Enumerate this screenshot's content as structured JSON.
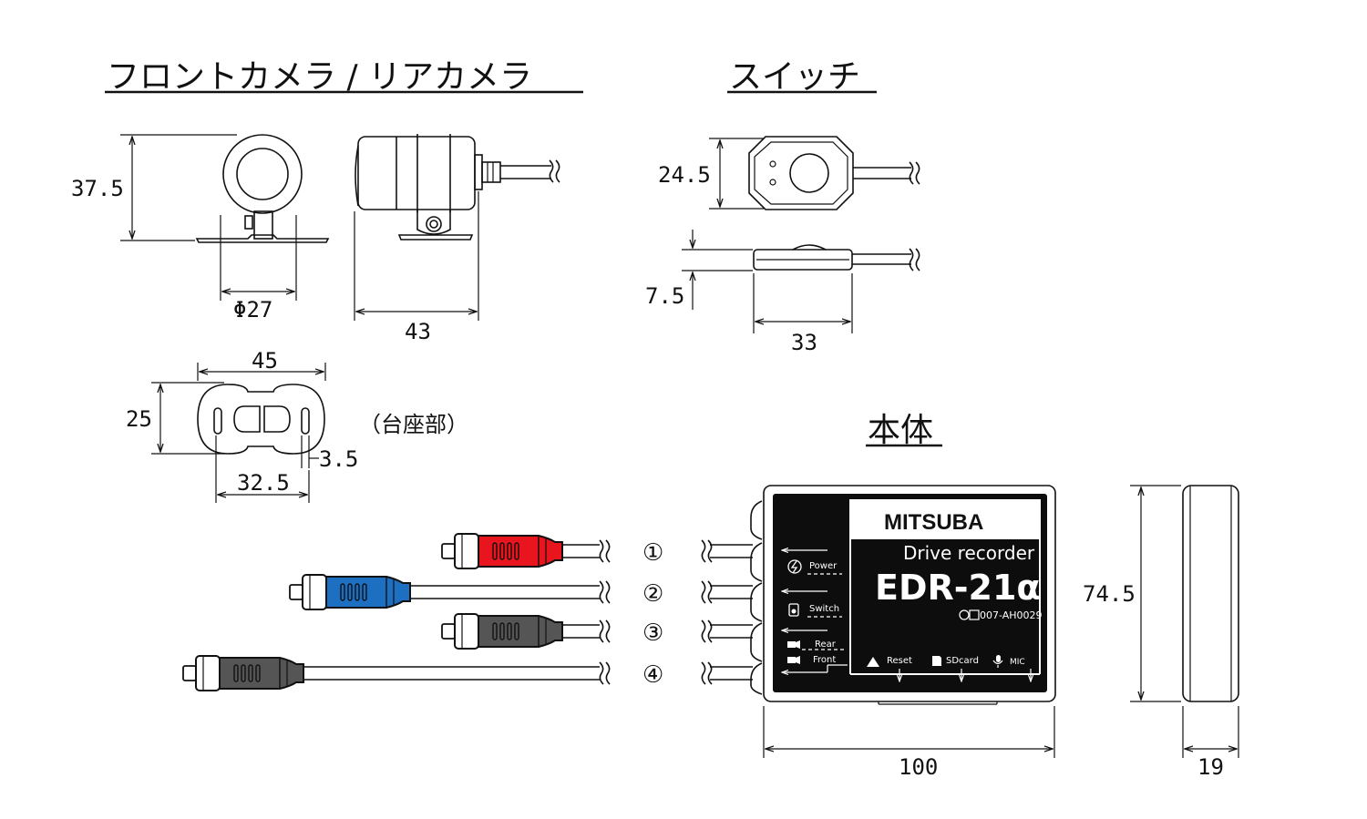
{
  "headings": {
    "camera": "フロントカメラ / リアカメラ",
    "switch": "スイッチ",
    "body": "本体"
  },
  "dimensions": {
    "camera_height": "37.5",
    "camera_diameter": "Φ27",
    "camera_length": "43",
    "base_width": "45",
    "base_height": "25",
    "base_slot": "3.5",
    "base_hole_pitch": "32.5",
    "base_caption": "（台座部）",
    "switch_height": "24.5",
    "switch_thickness": "7.5",
    "switch_width": "33",
    "body_height": "74.5",
    "body_width": "100",
    "body_depth": "19"
  },
  "cables": [
    {
      "number": "①",
      "color": "#e8141e"
    },
    {
      "number": "②",
      "color": "#1d6fc2"
    },
    {
      "number": "③",
      "color": "#555555"
    },
    {
      "number": "④",
      "color": "#555555"
    }
  ],
  "device": {
    "brand": "MITSUBA",
    "product": "Drive recorder",
    "model": "EDR-21α",
    "cert": "007-AH0029",
    "ports": {
      "power": "Power",
      "switch": "Switch",
      "rear": "Rear",
      "front": "Front"
    },
    "buttons": {
      "reset": "Reset",
      "sdcard": "SDcard",
      "mic": "MIC"
    }
  },
  "icons": {
    "power": "power-icon",
    "switch": "switch-icon",
    "rear": "camera-icon",
    "front": "camera-icon",
    "reset": "warning-icon",
    "sdcard": "sdcard-icon",
    "mic": "microphone-icon"
  }
}
